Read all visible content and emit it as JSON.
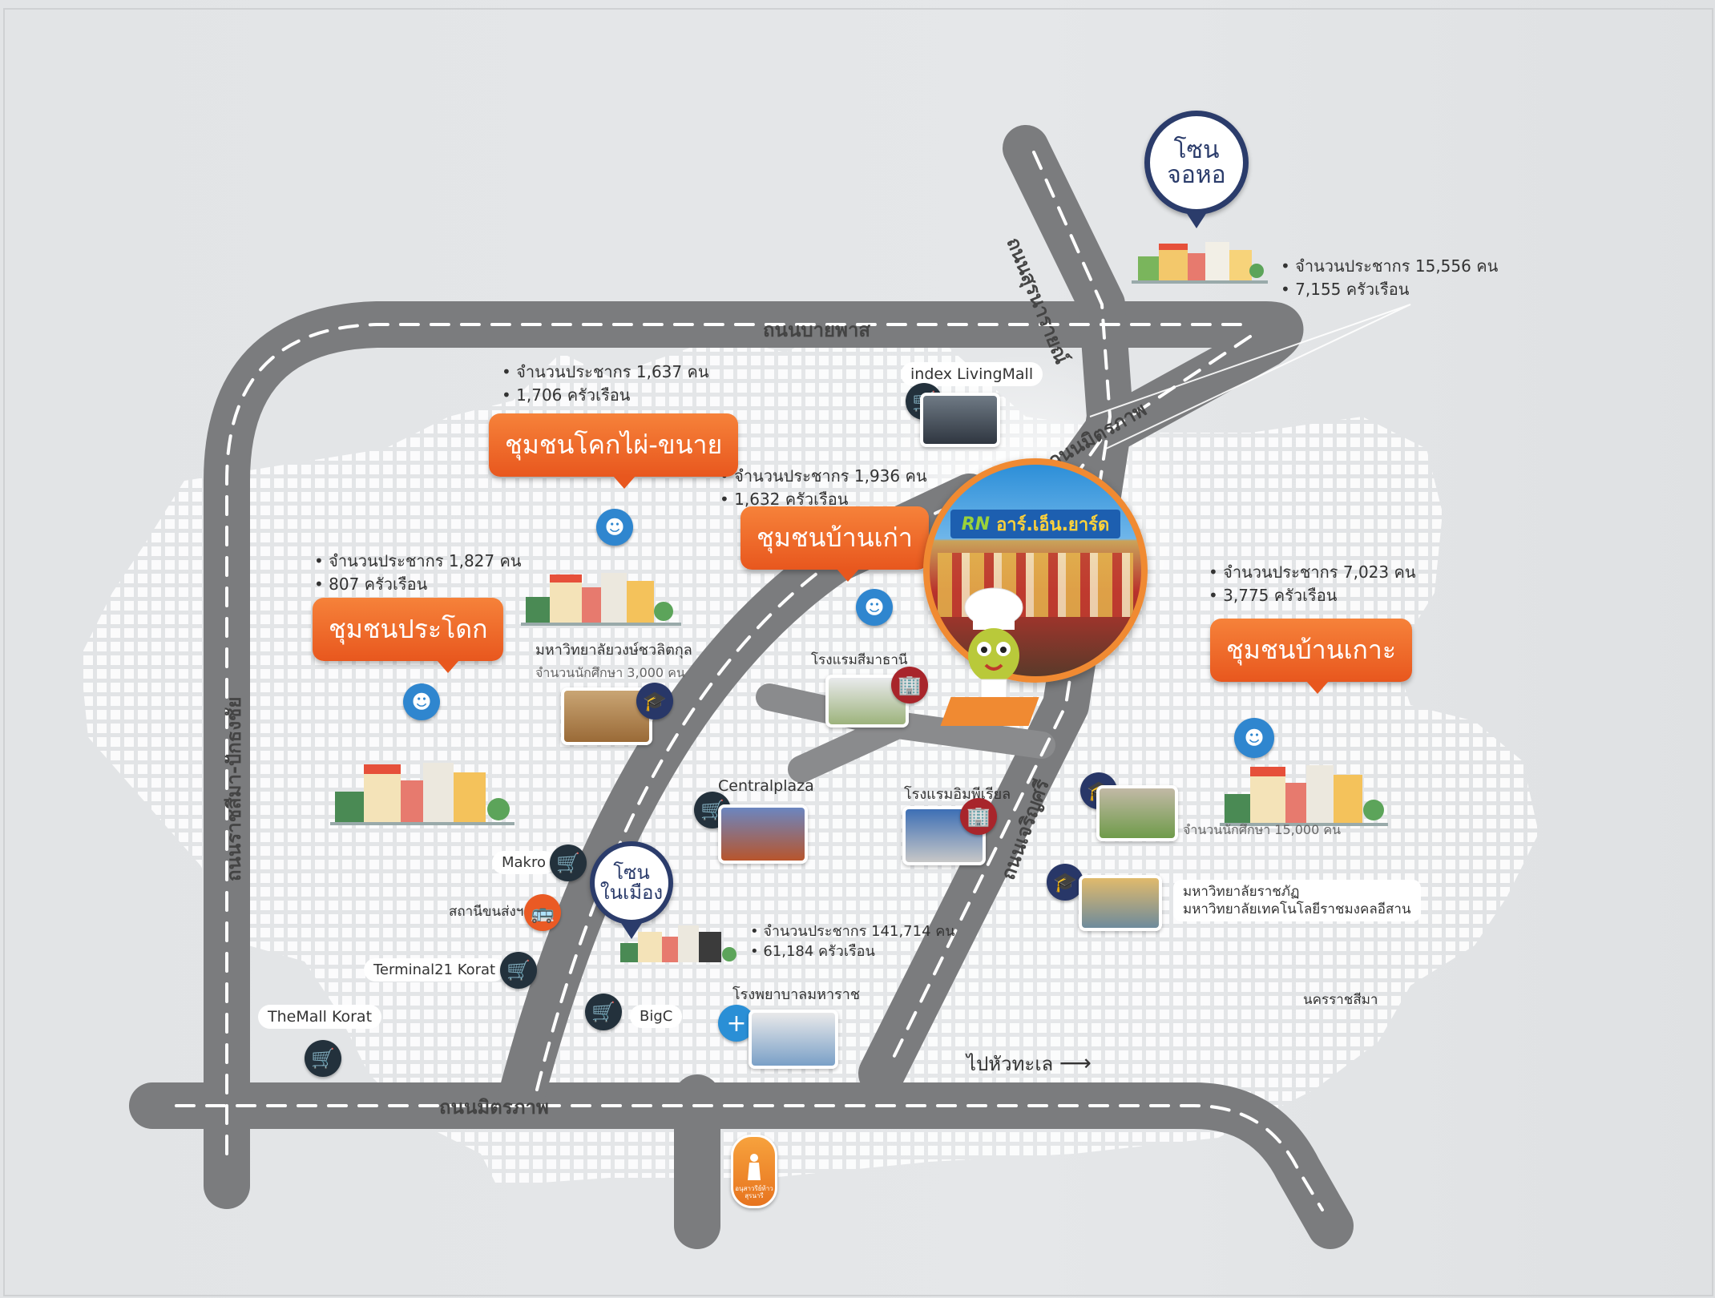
{
  "roads": {
    "bypass": "ถนนบายพาส",
    "sukhumwit": "ถนนสุรนารายณ์",
    "mittraphap_ne": "ถนนมิตรภาพ",
    "mittraphap_bottom": "ถนนมิตรภาพ",
    "ratchasima_pakthongchai": "ถนนราชสีมา-ปักธงชัย",
    "prasatchai": "ถนนเจริญศรี"
  },
  "zones": {
    "jorhor": {
      "line1": "โซน",
      "line2": "จอหอ"
    },
    "city": {
      "line1": "โซน",
      "line2": "ในเมือง"
    }
  },
  "communities": [
    {
      "name": "ชุมชนโคกไผ่-ขนาย",
      "population": "• จำนวนประชากร 1,637 คน",
      "households": "• 1,706 ครัวเรือน"
    },
    {
      "name": "ชุมชนบ้านเก่า",
      "population": "• จำนวนประชากร 1,936 คน",
      "households": "• 1,632 ครัวเรือน"
    },
    {
      "name": "ชุมชนประโดก",
      "population": "• จำนวนประชากร 1,827 คน",
      "households": "• 807 ครัวเรือน"
    },
    {
      "name": "ชุมชนบ้านเกาะ",
      "population": "• จำนวนประชากร 7,023 คน",
      "households": "• 3,775 ครัวเรือน"
    }
  ],
  "jorhor_stats": {
    "population": "• จำนวนประชากร 15,556 คน",
    "households": "• 7,155 ครัวเรือน"
  },
  "city_stats": {
    "population": "• จำนวนประชากร 141,714 คน",
    "households": "• 61,184 ครัวเรือน"
  },
  "places": {
    "index": "index LivingMall",
    "vongchavalitkul": "มหาวิทยาลัยวงษ์ชวลิตกุล",
    "vongchavalitkul_students": "จำนวนนักศึกษา 3,000 คน",
    "sima_hotel": "โรงแรมสีมาธานี",
    "centralplaza": "Centralplaza",
    "imperial_hotel": "โรงแรมอิมพีเรียล",
    "makro": "Makro",
    "bus_station": "สถานีขนส่งฯ",
    "terminal21": "Terminal21 Korat",
    "bigc": "BigC",
    "themall": "TheMall Korat",
    "hospital": "โรงพยาบาลมหาราช",
    "rajabhat": "มหาวิทยาลัยราชภัฏ",
    "rmuti": "มหาวิทยาลัยเทคโนโลยีราชมงคลอีสาน",
    "suranaree_students": "จำนวนนักศึกษา 15,000 คน",
    "nakhon": "นครราชสีมา",
    "to_beach": "ไปหัวทะเล",
    "monument": "อนุสาวรีย์ท้าวสุรนารี"
  },
  "brand": {
    "name": "อาร์.เอ็น.ยาร์ด",
    "logo": "RN"
  },
  "colors": {
    "road": "#7b7c7e",
    "callout": "#ef6b2c",
    "pin": "#2b3c6b"
  }
}
